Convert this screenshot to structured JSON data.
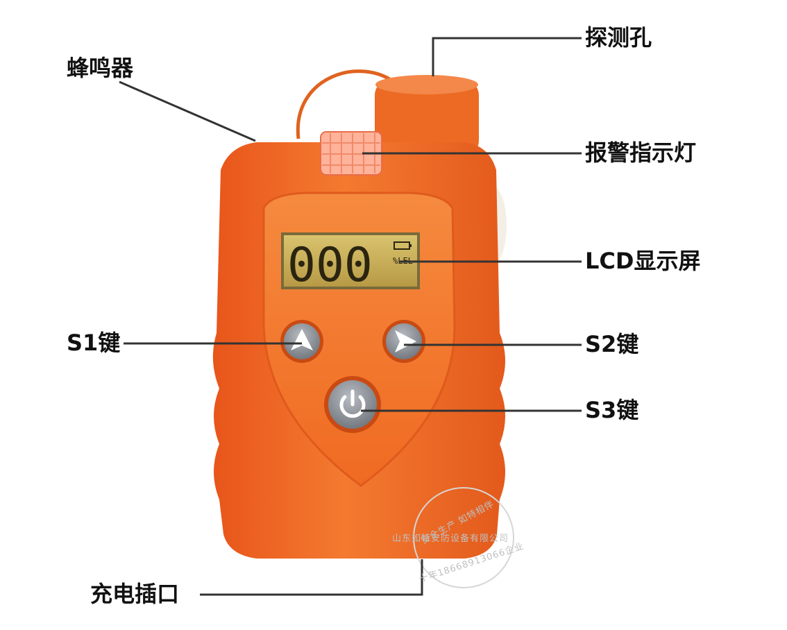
{
  "callouts": {
    "buzzer": "蜂鸣器",
    "probe_hole": "探测孔",
    "alarm_light": "报警指示灯",
    "lcd_screen": "LCD显示屏",
    "s1_key": "S1键",
    "s2_key": "S2键",
    "s3_key": "S3键",
    "charging_port": "充电插口"
  },
  "lcd": {
    "reading": "000",
    "unit": "%LEL"
  },
  "watermark": {
    "slogan": "安全生产 如特相伴",
    "company": "山东如特安防设备有限公司",
    "hotline": "十年18668913066企业"
  },
  "colors": {
    "body_orange": "#f06a22",
    "body_dark": "#d9531a",
    "lcd_bg": "#c9b05a",
    "button_grey": "#8a8f96",
    "line": "#333333"
  }
}
